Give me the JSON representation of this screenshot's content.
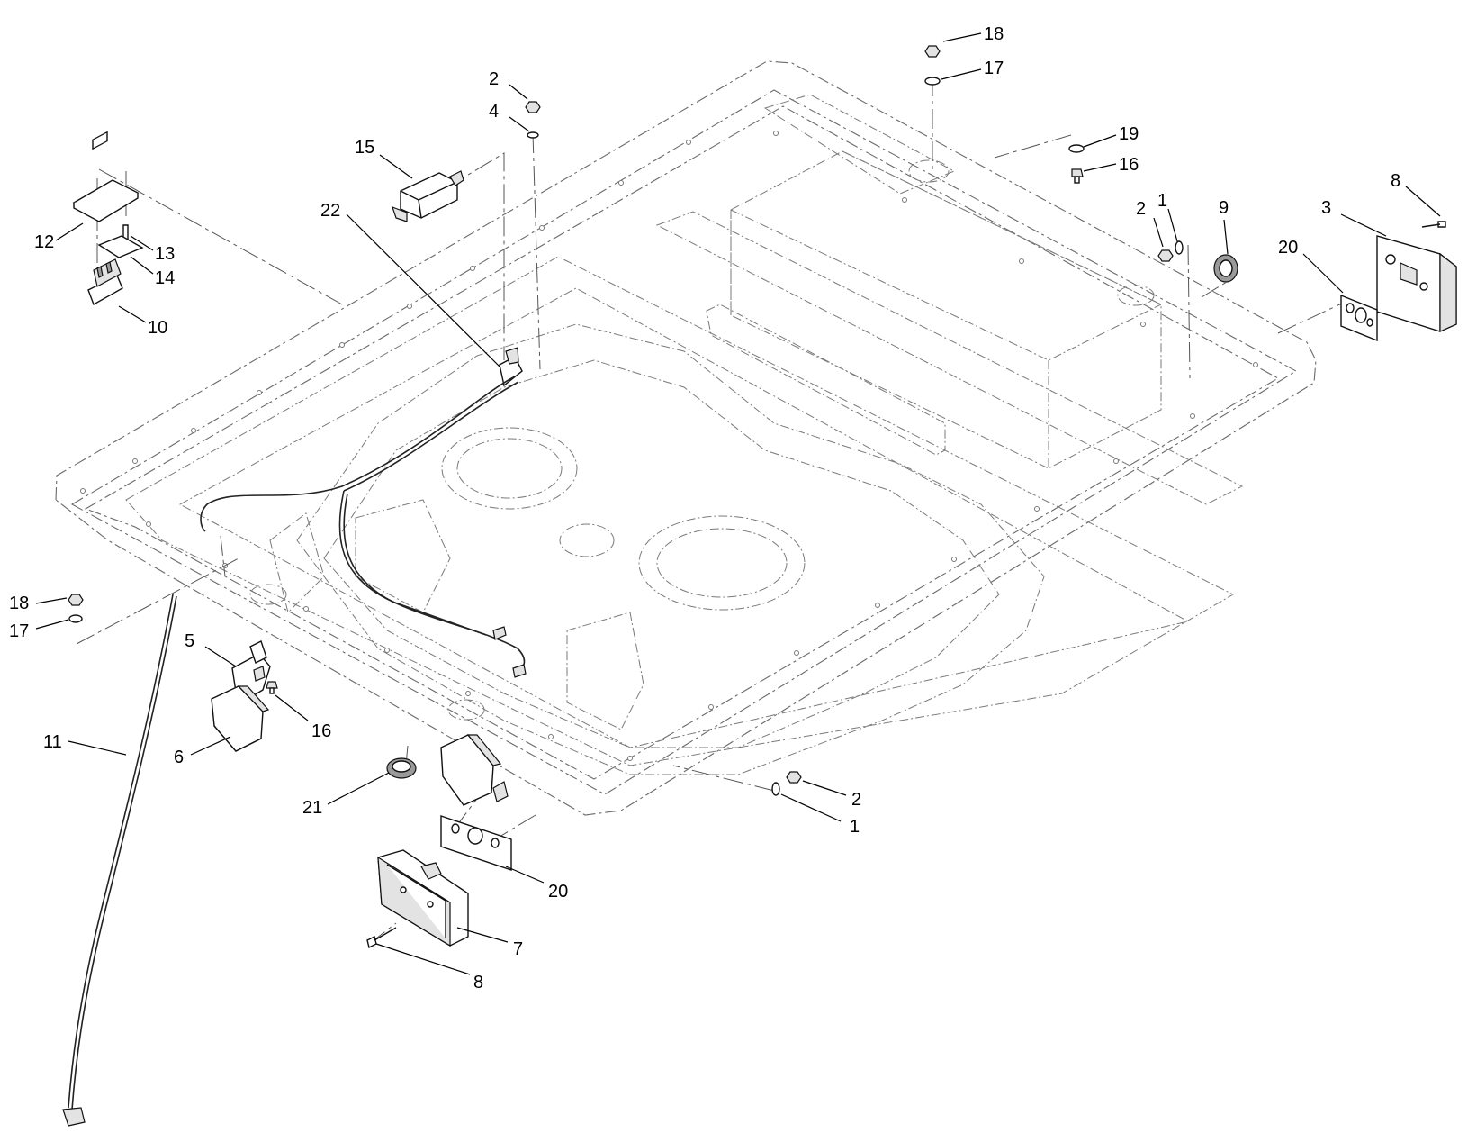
{
  "diagram": {
    "callouts": [
      {
        "id": "c-18-top",
        "label": "18"
      },
      {
        "id": "c-17-top",
        "label": "17"
      },
      {
        "id": "c-2-a",
        "label": "2"
      },
      {
        "id": "c-4",
        "label": "4"
      },
      {
        "id": "c-15",
        "label": "15"
      },
      {
        "id": "c-22",
        "label": "22"
      },
      {
        "id": "c-12",
        "label": "12"
      },
      {
        "id": "c-13",
        "label": "13"
      },
      {
        "id": "c-14",
        "label": "14"
      },
      {
        "id": "c-10",
        "label": "10"
      },
      {
        "id": "c-19",
        "label": "19"
      },
      {
        "id": "c-16-top",
        "label": "16"
      },
      {
        "id": "c-2-b",
        "label": "2"
      },
      {
        "id": "c-1-a",
        "label": "1"
      },
      {
        "id": "c-9",
        "label": "9"
      },
      {
        "id": "c-8-top",
        "label": "8"
      },
      {
        "id": "c-3",
        "label": "3"
      },
      {
        "id": "c-20-top",
        "label": "20"
      },
      {
        "id": "c-18-left",
        "label": "18"
      },
      {
        "id": "c-17-left",
        "label": "17"
      },
      {
        "id": "c-5",
        "label": "5"
      },
      {
        "id": "c-16-left",
        "label": "16"
      },
      {
        "id": "c-6",
        "label": "6"
      },
      {
        "id": "c-11",
        "label": "11"
      },
      {
        "id": "c-21",
        "label": "21"
      },
      {
        "id": "c-2-c",
        "label": "2"
      },
      {
        "id": "c-1-b",
        "label": "1"
      },
      {
        "id": "c-20-bottom",
        "label": "20"
      },
      {
        "id": "c-7",
        "label": "7"
      },
      {
        "id": "c-8-bottom",
        "label": "8"
      }
    ]
  }
}
